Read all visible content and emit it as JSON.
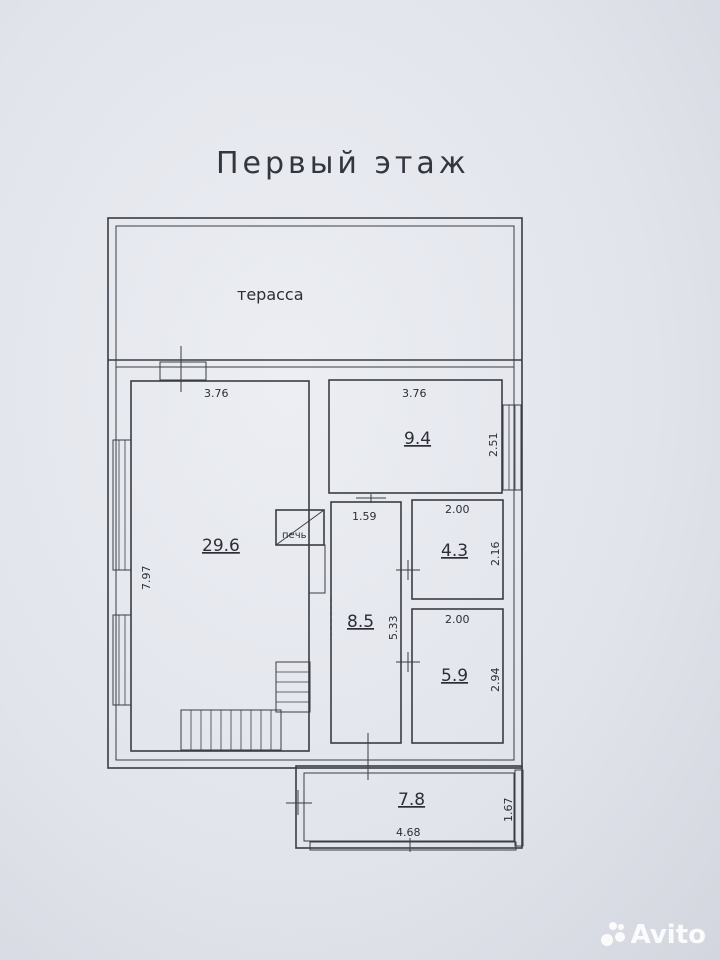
{
  "title": "Первый этаж",
  "terrace_label": "терасса",
  "stove_label": "печь",
  "rooms": [
    {
      "id": "living",
      "area": "29.6",
      "width": "3.76",
      "length": "7.97"
    },
    {
      "id": "room-top-right",
      "area": "9.4",
      "width": "3.76",
      "length": "2.51"
    },
    {
      "id": "corridor",
      "area": "8.5",
      "width": "1.59",
      "length": "5.33"
    },
    {
      "id": "room-small-top",
      "area": "4.3",
      "width": "2.00",
      "length": "2.16"
    },
    {
      "id": "room-small-bottom",
      "area": "5.9",
      "width": "2.00",
      "length": "2.94"
    },
    {
      "id": "vestibule",
      "area": "7.8",
      "width": "4.68",
      "length": "1.67"
    }
  ],
  "watermark": {
    "text": "Avito",
    "icon": "avito-logo-icon"
  }
}
